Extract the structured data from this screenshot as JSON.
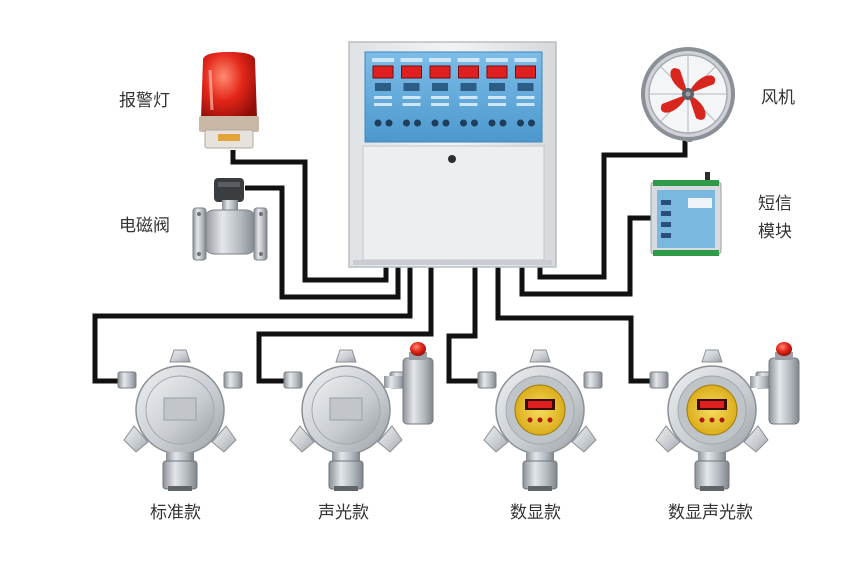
{
  "devices": {
    "alarm_light": "报警灯",
    "solenoid_valve": "电磁阀",
    "fan": "风机",
    "sms_module_line1": "短信",
    "sms_module_line2": "模块"
  },
  "detectors": {
    "standard": "标准款",
    "sound_light": "声光款",
    "digital": "数显款",
    "digital_sound_light": "数显声光款"
  },
  "controller": {
    "channel_count": 6
  },
  "colors": {
    "wire": "#111111",
    "controller_body": "#e9ecef",
    "controller_panel": "#5fa9da",
    "display_red": "#e02020",
    "alarm_red": "#d81a10",
    "detector_metal": "#cfd3d6",
    "digital_face": "#e8c020"
  }
}
